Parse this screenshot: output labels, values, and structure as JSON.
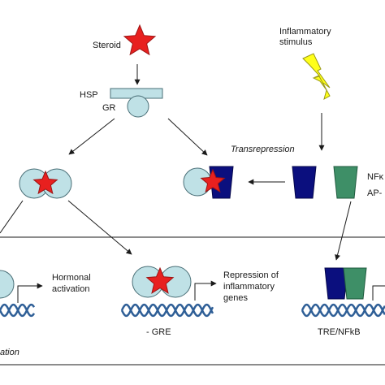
{
  "labels": {
    "steroid": "Steroid",
    "hsp": "HSP",
    "gr": "GR",
    "inflammatory_line1": "Inflammatory",
    "inflammatory_line2": "stimulus",
    "transrepression": "Transrepression",
    "nfkb_partial": "NFκ",
    "ap1_partial": "AP-",
    "hormonal_line1": "Hormonal",
    "hormonal_line2": "activation",
    "repression_line1": "Repression of",
    "repression_line2": "inflammatory",
    "repression_line3": "genes",
    "gre": "- GRE",
    "tre_nfkb": "TRE/NFkB",
    "activation_partial": "ation"
  },
  "colors": {
    "receptor_fill": "#bfe1e6",
    "receptor_stroke": "#4a6f77",
    "star_fill": "#e8201f",
    "star_stroke": "#9d1414",
    "nfkb_fill": "#0b0f7e",
    "ap1_fill": "#3e8f67",
    "dna_strand": "#2f5f97",
    "bolt_fill": "#ffff1a",
    "bolt_stroke": "#9a9a18",
    "line": "#1a1a1a"
  }
}
